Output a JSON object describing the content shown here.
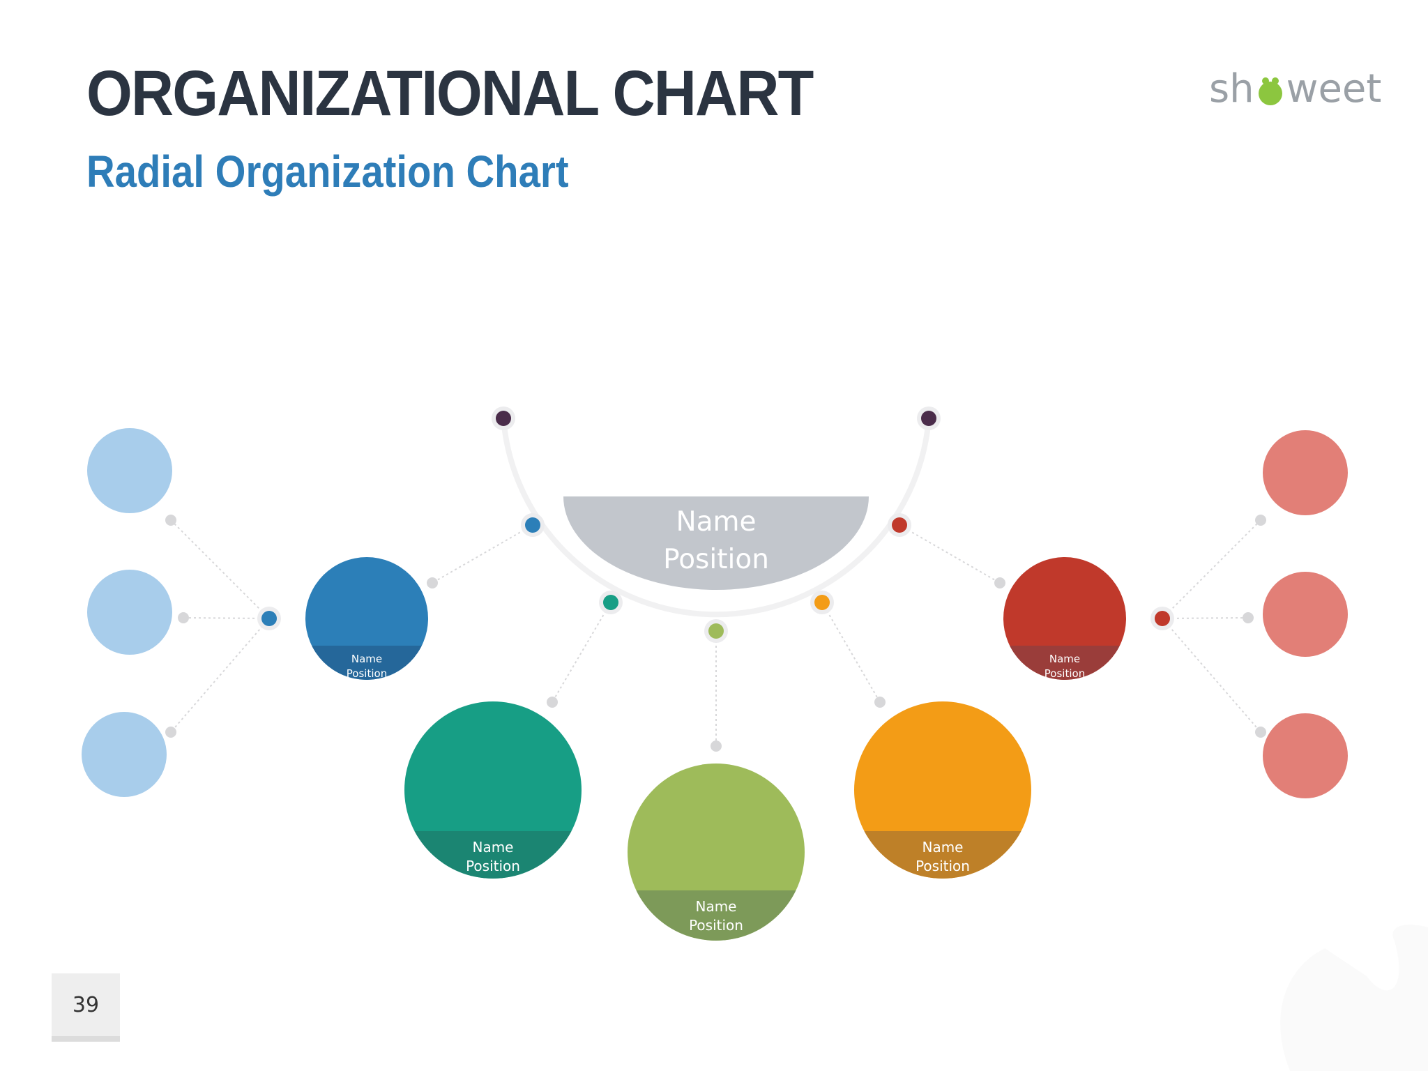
{
  "header": {
    "title": "ORGANIZATIONAL CHART",
    "subtitle": "Radial Organization Chart",
    "brand": "sh•weet"
  },
  "page_number": "39",
  "top_node": {
    "name": "Name",
    "position": "Position",
    "color": "#c2c6cc"
  },
  "nodes": [
    {
      "id": "blue",
      "name": "Name",
      "position": "Position",
      "color": "#2c7fb8"
    },
    {
      "id": "teal",
      "name": "Name",
      "position": "Position",
      "color": "#179e85"
    },
    {
      "id": "green",
      "name": "Name",
      "position": "Position",
      "color": "#9ebb5a"
    },
    {
      "id": "orange",
      "name": "Name",
      "position": "Position",
      "color": "#f39c16"
    },
    {
      "id": "red",
      "name": "Name",
      "position": "Position",
      "color": "#c0392b"
    }
  ],
  "colors": {
    "light_blue": "#a8cdeb",
    "light_red": "#e27f77",
    "connector_gray": "#d7d7d9",
    "arc_gray": "#f1f1f2",
    "end_dot": "#4a2c4a"
  }
}
